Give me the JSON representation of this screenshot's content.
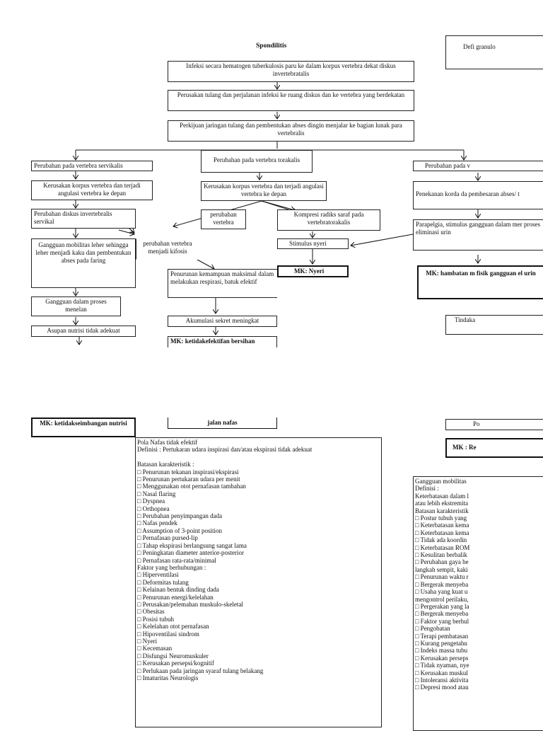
{
  "diagram": {
    "title": "Spondilitis",
    "step1": "Infeksi secara hematogen tuberkulosis paru ke dalam korpus vertebra dekat diskus invertebratalis",
    "step2": "Perusakan tulang dan perjalanan infeksi ke ruang diskus dan ke vertebra yang berdekatan",
    "step3": "Perkijuan jaringan tulang dan pembentukan abses dingin menjalar ke bagian lunak para vertebralis",
    "definisi_partial": "Defi granulo",
    "left": {
      "branch": "Perubahan pada vertebra servikalis",
      "b1": "Kerusakan korpus vertebra dan terjadi angulasi vertebra ke depan",
      "b2": "Perubahan diskus invertebralis servikal",
      "b3": "Gangguan mobilitas leher sehingga leher menjadi kaku dan pembentukan abses pada faring",
      "b4": "Gangguan dalam proses menelan",
      "b5": "Asupan nutrisi tidak adekuat",
      "mk": "MK: ketidakseimbangan nutrisi"
    },
    "mid": {
      "branch": "Perubahan pada vertebra torakalis",
      "b1": "Kerusakan korpus vertebra dan terjadi angulasi vertebra ke depan",
      "b2": "perubahan vertebra",
      "b3": "perubahan vertebra menjadi kifosis",
      "b4": "Penurunan kemampuan maksimal dalam melakukan respirasi, batuk efektif",
      "b5": "Akumulasi sekret meningkat",
      "mk_top": "MK: ketidakefektifan bersihan",
      "mk_bottom": "jalan nafas"
    },
    "center": {
      "b1": "Kompresi radiks saraf pada vertebratorakalis",
      "b2": "Stimulus nyeri",
      "mk": "MK: Nyeri"
    },
    "right": {
      "branch": "Perubahan pada v",
      "b1": "Penekanan korda da pembesaran abses/ t",
      "b2": "Parapelgia, stimulus gangguan dalam mer proses eliminasi urin",
      "mk": "MK: hambatan m fisik gangguan el urin",
      "b3": "Tindaka",
      "po": "Po",
      "mk_re": "MK : Re"
    }
  },
  "pola_nafas": {
    "lines": [
      "Pola Nafas tidak efektif",
      "Definisi : Pertukaran udara inspirasi dan/atau ekspirasi tidak adekuat",
      "",
      "Batasan karakteristik :",
      "□ Penurunan tekanan inspirasi/ekspirasi",
      "□ Penurunan pertukaran udara per menit",
      "□ Menggunakan otot pernafasan tambahan",
      "□ Nasal flaring",
      "□ Dyspnea",
      "□ Orthopnea",
      "□ Perubahan penyimpangan dada",
      "□ Nafas pendek",
      "□ Assumption of 3-point position",
      "□ Pernafasan pursed-lip",
      "□ Tahap ekspirasi berlangsung sangat lama",
      "□ Peningkatan diameter anterior-posterior",
      "□ Pernafasan rata-rata/minimal",
      "Faktor yang berhubungan :",
      "□ Hiperventilasi",
      "□ Deformitas tulang",
      "□ Kelainan bentuk dinding dada",
      "□ Penurunan energi/kelelahan",
      "□ Perusakan/pelemahan muskulo-skeletal",
      "□ Obesitas",
      "□ Posisi tubuh",
      "□ Kelelahan otot pernafasan",
      "□ Hipoventilasi sindrom",
      "□ Nyeri",
      "□ Kecemasan",
      "□ Disfungsi Neuromuskuler",
      "□ Kerusakan persepsi/kognitif",
      "□ Perlukaan pada jaringan syaraf tulang belakang",
      "□ Imaturitas Neurologis"
    ]
  },
  "mobilitas": {
    "lines": [
      "Gangguan mobilitas",
      "Definisi :",
      "Keterbatasan dalam l",
      "atau lebih ekstremita",
      "Batasan karakteristik",
      "□ Postur tubuh yang",
      "□ Keterbatasan kema",
      "□ Keterbatasan kema",
      "□ Tidak ada koordin",
      "□ Keterbatasan ROM",
      "□ Kesulitan berbalik",
      "□ Perubahan gaya be",
      "langkah sempit, kaki",
      "□ Penurunan waktu r",
      "□ Bergerak menyeba",
      "□ Usaha yang kuat u",
      "mengontrol perilaku,",
      "□ Pergerakan yang la",
      "□ Bergerak menyeba",
      "□ Faktor yang berhul",
      "□ Pengobatan",
      "□ Terapi pembatasan",
      "□ Kurang pengetahu",
      "□ Indeks massa tubu",
      "□ Kerusakan perseps",
      "□ Tidak nyaman, nye",
      "□ Kerusakan muskul",
      "□ Intoleransi aktivita",
      "□ Depresi mood atau"
    ]
  }
}
